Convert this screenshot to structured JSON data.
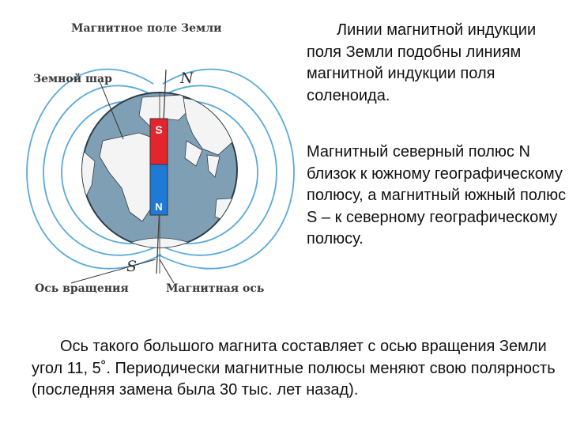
{
  "figure": {
    "title": "Магнитное поле Земли",
    "globe_label": "Земной шар",
    "rotation_axis_label": "Ось вращения",
    "magnetic_axis_label": "Магнитная ось",
    "north_label": "N",
    "south_label": "S",
    "magnet_top_letter": "S",
    "magnet_bottom_letter": "N",
    "magnet_top_color": "#e3262d",
    "magnet_bottom_color": "#1f7ad6",
    "field_line_color": "#5aa9d9",
    "ocean_color": "#7f9fb5",
    "land_color": "#f4f4f4"
  },
  "text": {
    "paragraph_1": "Линии магнитной индукции поля Земли подобны линиям магнитной индукции поля соленоида.",
    "paragraph_2": "Магнитный северный полюс N близок к южному географическому полюсу, а магнитный южный полюс S – к северному географическому полюсу.",
    "paragraph_3": "Ось такого большого магнита составляет с осью вращения Земли угол 11, 5˚. Периодически магнитные полюсы меняют свою полярность (последняя замена была 30 тыс. лет назад)."
  }
}
